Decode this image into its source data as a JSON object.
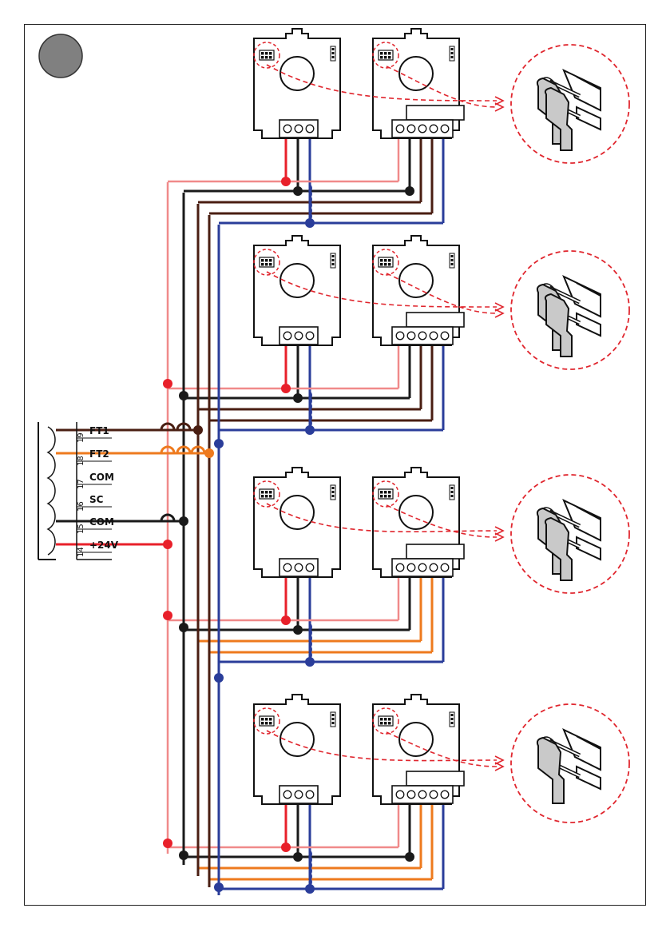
{
  "step_marker": {
    "color": "#808080"
  },
  "terminal_block": {
    "terminals": [
      {
        "number": "19",
        "label": "FT1"
      },
      {
        "number": "18",
        "label": "FT2"
      },
      {
        "number": "17",
        "label": "COM"
      },
      {
        "number": "16",
        "label": "SC"
      },
      {
        "number": "15",
        "label": "COM"
      },
      {
        "number": "14",
        "label": "+24V"
      }
    ]
  },
  "pairs": [
    {
      "jumper_icon": "jumper-bridge-both-icon"
    },
    {
      "jumper_icon": "jumper-bridge-both-icon"
    },
    {
      "jumper_icon": "jumper-bridge-both-icon"
    },
    {
      "jumper_icon": "jumper-bridge-single-icon"
    }
  ],
  "wire_colors": {
    "red": "#e8202a",
    "red_light": "#f08a8a",
    "black": "#1a1a1a",
    "brown": "#4a1e12",
    "blue": "#2a3d9a",
    "orange": "#ee7a1e",
    "callout": "#e0262e"
  }
}
